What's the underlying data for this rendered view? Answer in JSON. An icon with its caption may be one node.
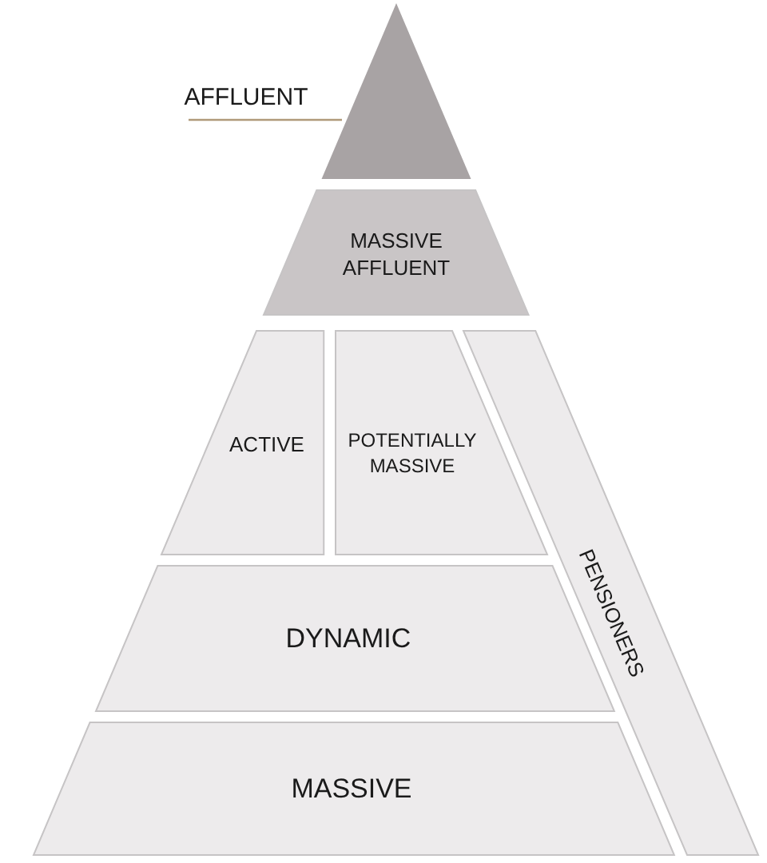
{
  "diagram": {
    "nodes": [
      {
        "text": [
          "AFFLUENT"
        ]
      },
      {
        "text": [
          "MASSIVE AFFLUENT"
        ]
      },
      {
        "text": [
          "ACTIVE"
        ]
      },
      {
        "text": [
          "POTENTIALLY MASSIVE"
        ]
      },
      {
        "text": [
          "PENSIONERS"
        ]
      },
      {
        "text": [
          "DYNAMIC"
        ]
      },
      {
        "text": [
          "MASSIVE"
        ]
      }
    ]
  }
}
